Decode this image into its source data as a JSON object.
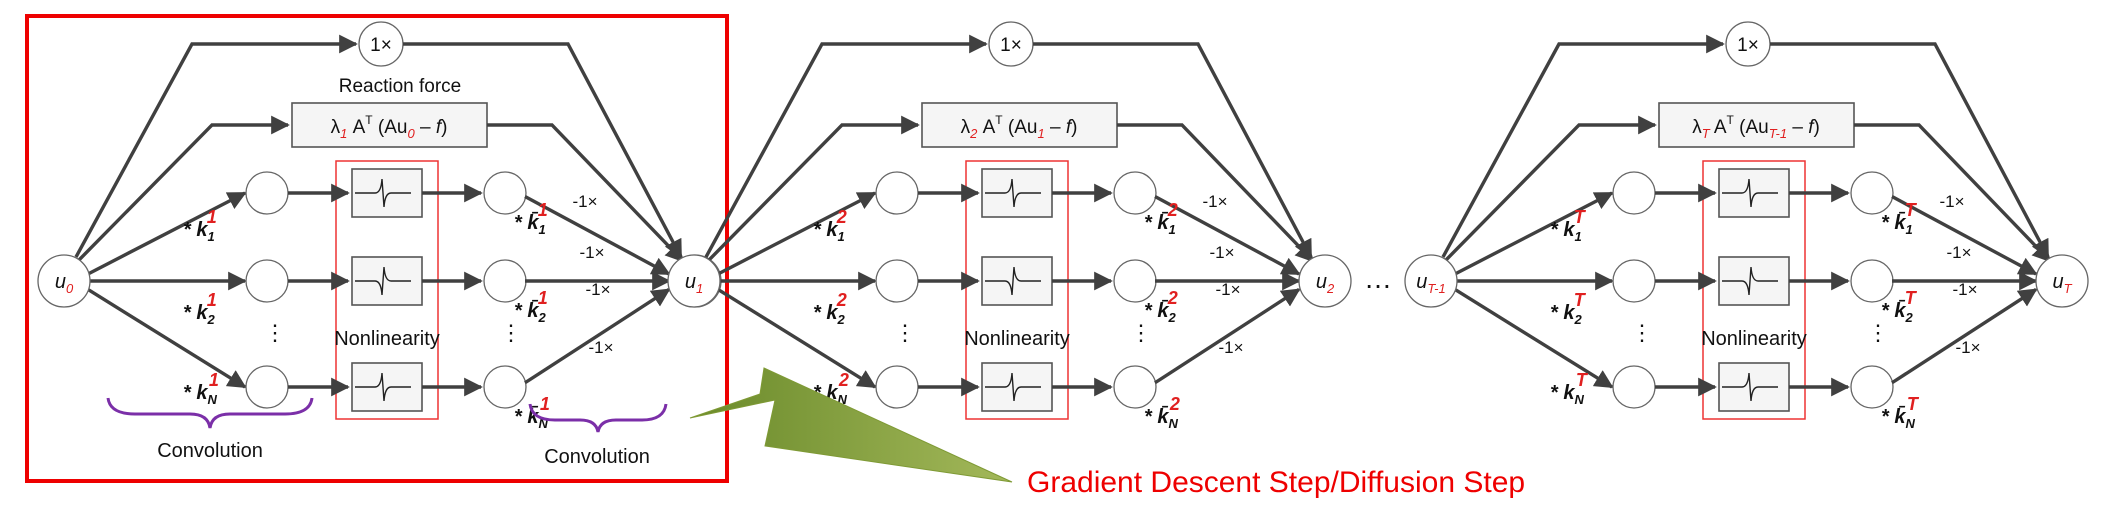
{
  "stages": [
    {
      "input": "0",
      "output": "1",
      "lambda_sub": "1",
      "u_sub": "0",
      "k_sup": "1",
      "out_prefix": "u"
    },
    {
      "input": "1",
      "output": "2",
      "lambda_sub": "2",
      "u_sub": "1",
      "k_sup": "2",
      "out_prefix": "u"
    },
    {
      "input": "T-1",
      "output": "T",
      "lambda_sub": "T",
      "u_sub": "T-1",
      "k_sup": "T",
      "out_prefix": "u"
    }
  ],
  "labels": {
    "identity": "1×",
    "reaction_force": "Reaction force",
    "nonlinearity": "Nonlinearity",
    "convolution": "Convolution",
    "neg_one": "-1×",
    "vdots": "⋮",
    "ellipsis": "…",
    "star": "*",
    "k": "k",
    "k_bar": "k̄",
    "k_subs": [
      "1",
      "2",
      "N"
    ],
    "lambda": "λ",
    "transpose_A": "A",
    "transpose_sup": "T",
    "open_paren": "(Au",
    "minus_f": " – ",
    "f": "f",
    "close_paren": ")",
    "u": "u"
  },
  "caption": "Gradient Descent Step/Diffusion Step",
  "colors": {
    "edge": "#404040",
    "highlight": "#e00000",
    "brace": "#7b2fa8",
    "arrow_fill": "#7f9a35"
  }
}
